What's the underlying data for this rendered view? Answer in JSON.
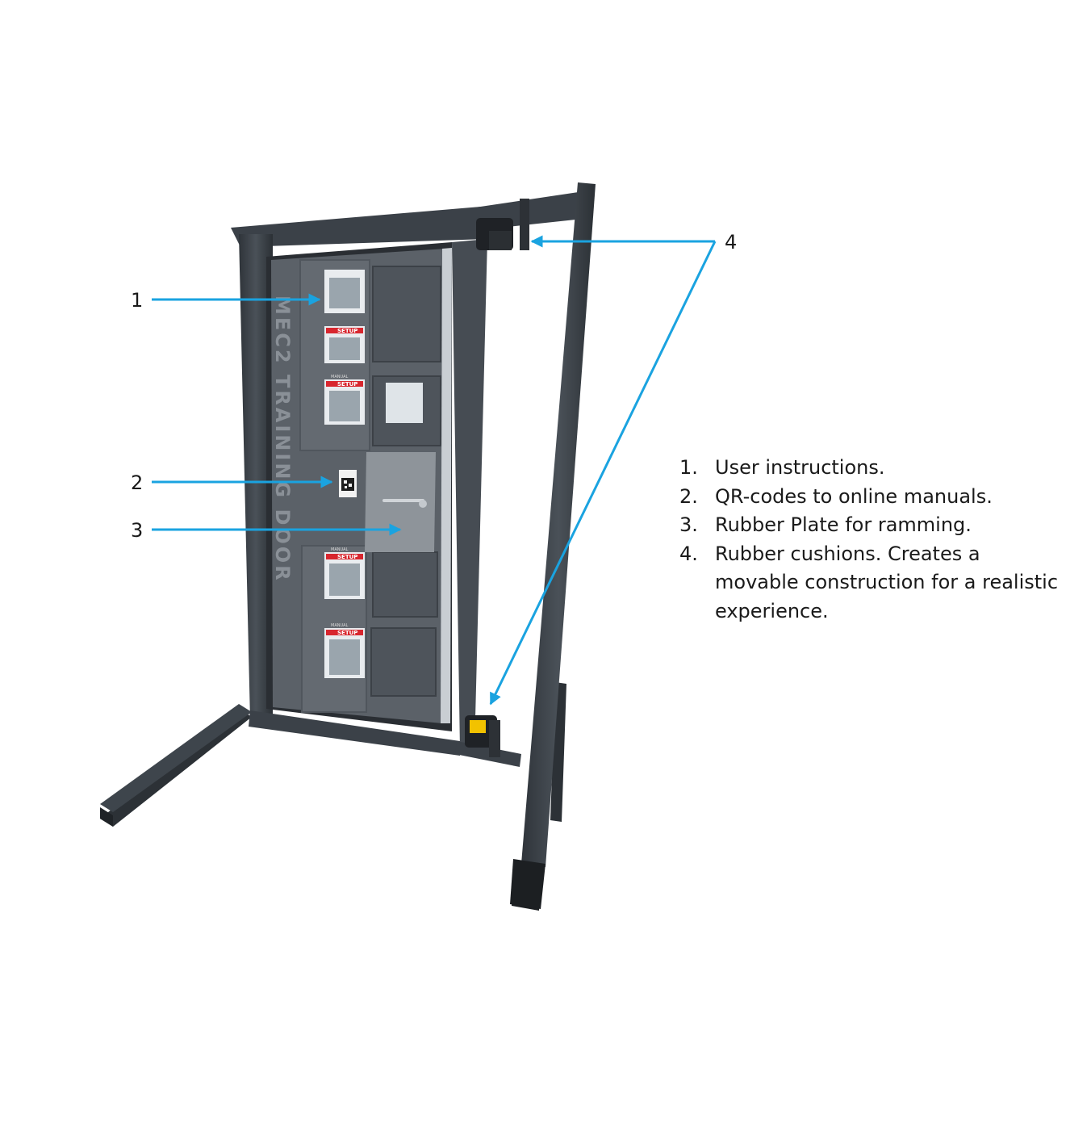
{
  "door_stencil": "MEC2 TRAINING DOOR",
  "setup_label": "SETUP",
  "manual_label": "MANUAL",
  "callouts": [
    {
      "number": "1"
    },
    {
      "number": "2"
    },
    {
      "number": "3"
    },
    {
      "number": "4"
    }
  ],
  "legend": [
    {
      "number": "1.",
      "text": "User instructions."
    },
    {
      "number": "2.",
      "text": "QR-codes to online manuals."
    },
    {
      "number": "3.",
      "text": "Rubber Plate for ramming."
    },
    {
      "number": "4.",
      "text": "Rubber cushions. Creates a movable construction for a realistic experience."
    }
  ],
  "colors": {
    "arrow": "#1aa3e0",
    "frame": "#3b4148",
    "door": "#5b6168",
    "plate": "#8e949a",
    "text": "#1a1a1a",
    "cushion": "#f2c200"
  }
}
